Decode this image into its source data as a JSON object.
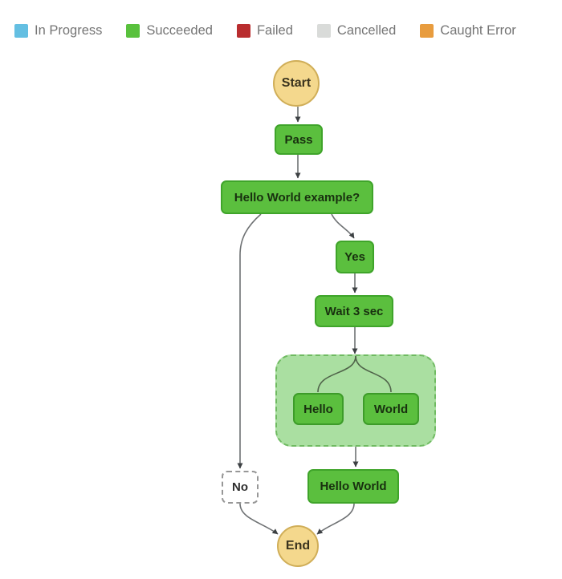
{
  "legend": {
    "items": [
      {
        "label": "In Progress",
        "color": "#64bfe2"
      },
      {
        "label": "Succeeded",
        "color": "#59c13d"
      },
      {
        "label": "Failed",
        "color": "#b92d2f"
      },
      {
        "label": "Cancelled",
        "color": "#d9dbd9"
      },
      {
        "label": "Caught Error",
        "color": "#e89c3e"
      }
    ]
  },
  "graph": {
    "nodes": {
      "start": {
        "label": "Start"
      },
      "pass": {
        "label": "Pass"
      },
      "choice": {
        "label": "Hello World example?"
      },
      "yes": {
        "label": "Yes"
      },
      "wait": {
        "label": "Wait 3 sec"
      },
      "hello": {
        "label": "Hello"
      },
      "world": {
        "label": "World"
      },
      "no": {
        "label": "No"
      },
      "hello_world": {
        "label": "Hello World"
      },
      "end": {
        "label": "End"
      }
    },
    "colors": {
      "succeeded_fill": "#5bbf3e",
      "parallel_fill": "#aadfa1",
      "terminal_fill": "#f4d88d",
      "not_executed_fill": "#ffffff"
    }
  }
}
